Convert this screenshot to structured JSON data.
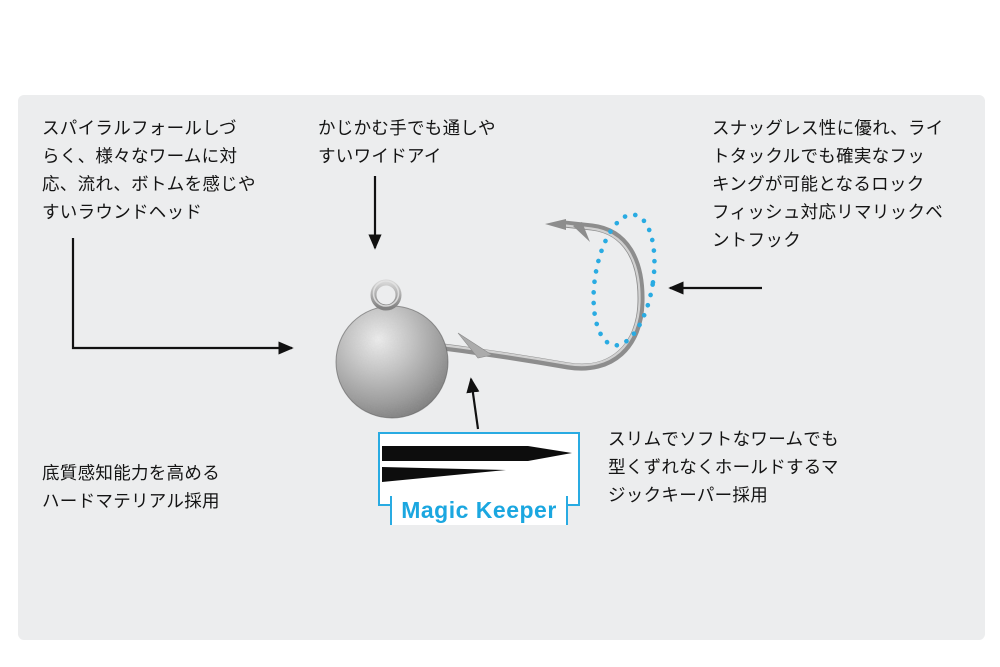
{
  "annotations": {
    "round_head": "スパイラルフォールしづ\nらく、様々なワームに対\n応、流れ、ボトムを感じや\nすいラウンドヘッド",
    "wide_eye": "かじかむ手でも通しや\nすいワイドアイ",
    "bent_hook": "スナッグレス性に優れ、ライ\nトタックルでも確実なフッ\nキングが可能となるロック\nフィッシュ対応リマリックベ\nントフック",
    "hard_material": "底質感知能力を高める\nハードマテリアル採用",
    "magic_keeper_feature": "スリムでソフトなワームでも\n型くずれなくホールドするマ\nジックキーパー採用"
  },
  "magic_keeper_label": "Magic Keeper",
  "illustration_parts": [
    "round-lead-head",
    "wide-eye-ring",
    "bent-hook-wire",
    "magic-keeper-wire",
    "snagless-highlight-ellipse"
  ],
  "colors": {
    "accent": "#29abe2",
    "magic_keeper_text": "#1ba7e0",
    "panel_bg": "#ecedee",
    "arrow": "#111111"
  }
}
